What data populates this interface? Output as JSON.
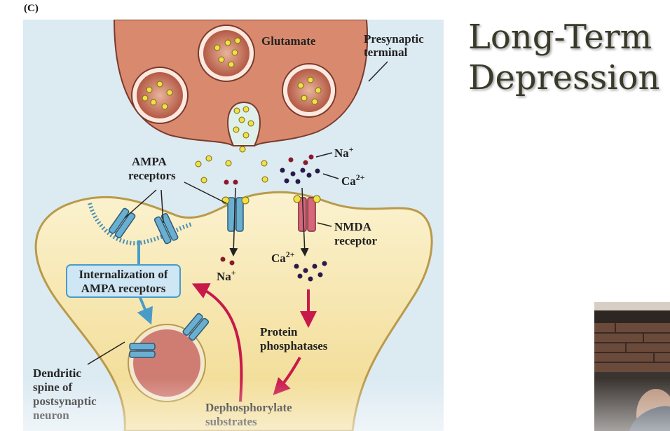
{
  "panel_letter": "(C)",
  "slide_title": {
    "line1": "Long-Term",
    "line2": "Depression"
  },
  "labels": {
    "glutamate": "Glutamate",
    "presynaptic_1": "Presynaptic",
    "presynaptic_2": "terminal",
    "ampa_1": "AMPA",
    "ampa_2": "receptors",
    "na_top": "Na",
    "na_top_sup": "+",
    "ca_top": "Ca",
    "ca_top_sup": "2+",
    "nmda_1": "NMDA",
    "nmda_2": "receptor",
    "internal_1": "Internalization of",
    "internal_2": "AMPA receptors",
    "na_bottom": "Na",
    "na_bottom_sup": "+",
    "ca_bottom": "Ca",
    "ca_bottom_sup": "2+",
    "protein_1": "Protein",
    "protein_2": "phosphatases",
    "dendritic_1": "Dendritic",
    "dendritic_2": "spine of",
    "dendritic_3": "postsynaptic",
    "dendritic_4": "neuron",
    "dephos_1": "Dephosphorylate",
    "dephos_2": "substrates"
  },
  "colors": {
    "background": "#dceaf2",
    "presynaptic": "#d98a6e",
    "postsynaptic": "#f7e9b6",
    "ampa_receptor": "#6aaed0",
    "nmda_receptor": "#d7667a",
    "arrow": "#c8194b",
    "glutamate": "#f0e04a",
    "na_ion": "#8a1a2a",
    "ca_ion": "#2a1a4a"
  }
}
